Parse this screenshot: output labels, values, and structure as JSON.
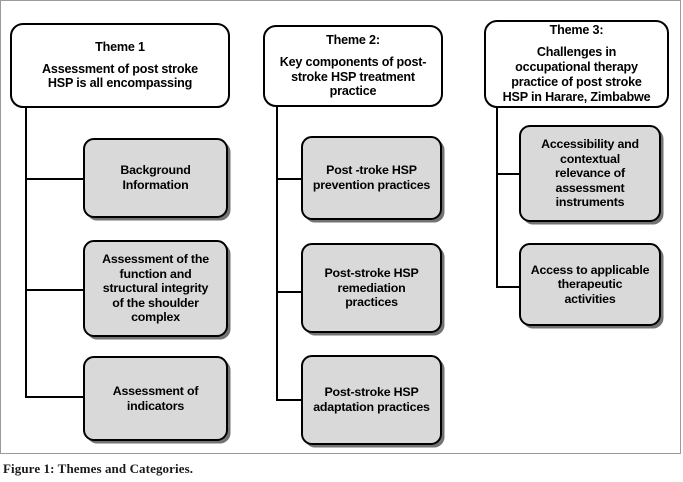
{
  "figure": {
    "caption": "Figure 1: Themes and Categories.",
    "colors": {
      "theme_box_fill": "#ffffff",
      "sub_box_fill": "#d9d9d9",
      "line": "#000000",
      "frame": "#9a9a9a",
      "text": "#000000"
    }
  },
  "chart_data": {
    "type": "diagram",
    "title": "Figure 1: Themes and Categories.",
    "columns": [
      {
        "theme_label": "Theme 1",
        "theme_description": "Assessment of post stroke\nHSP is all encompassing",
        "categories": [
          "Background\nInformation",
          "Assessment of the\nfunction and\nstructural integrity\nof the shoulder\ncomplex",
          "Assessment of\nindicators"
        ]
      },
      {
        "theme_label": "Theme 2:",
        "theme_description": "Key components of post-\nstroke HSP treatment\npractice",
        "categories": [
          "Post -troke HSP\nprevention practices",
          "Post-stroke HSP\nremediation\npractices",
          "Post-stroke HSP\nadaptation practices"
        ]
      },
      {
        "theme_label": "Theme 3:",
        "theme_description": "Challenges in\noccupational therapy\npractice of post stroke\nHSP in Harare, Zimbabwe",
        "categories": [
          "Accessibility and\ncontextual\nrelevance of\nassessment\ninstruments",
          "Access to applicable\ntherapeutic\nactivities"
        ]
      }
    ]
  }
}
